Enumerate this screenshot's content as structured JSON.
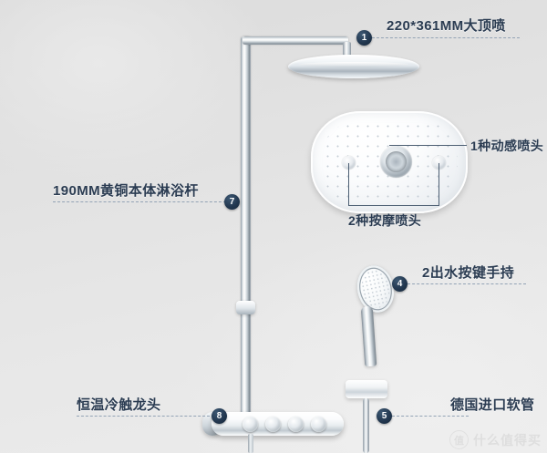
{
  "product": {
    "type": "thermostatic-shower-system",
    "accent_color": "#22374f",
    "text_color": "#2b3c52",
    "leader_color": "#93a3b5"
  },
  "callouts": [
    {
      "number": "1",
      "text": "220*361MM大顶喷"
    },
    {
      "number": "7",
      "text": "190MM黄铜本体淋浴杆"
    },
    {
      "number": "4",
      "text": "2出水按键手持"
    },
    {
      "number": "8",
      "text": "恒温冷触龙头"
    },
    {
      "number": "5",
      "text": "德国进口软管"
    }
  ],
  "detail_annotations": {
    "dynamic_jet": "1种动感喷头",
    "massage_jets": "2种按摩喷头"
  },
  "watermark": {
    "mark": "值",
    "text": "什么值得买"
  }
}
